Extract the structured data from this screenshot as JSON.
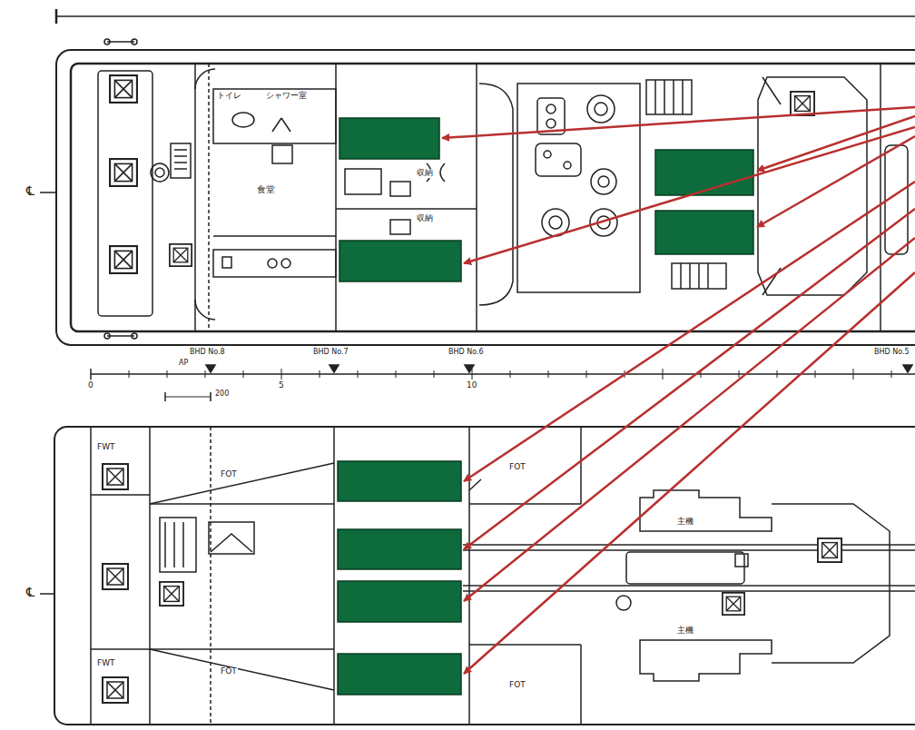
{
  "diagram": {
    "labels": [
      "トイレ",
      "シャワー室",
      "収納",
      "収納",
      "食堂",
      "℄",
      "℄",
      "BHD No.8",
      "BHD No.7",
      "BHD No.6",
      "BHD No.5",
      "AP",
      "200",
      "0",
      "5",
      "10",
      "FWT",
      "FOT",
      "FWT",
      "FOT",
      "FOT",
      "FOT",
      "主機",
      "主機"
    ]
  }
}
